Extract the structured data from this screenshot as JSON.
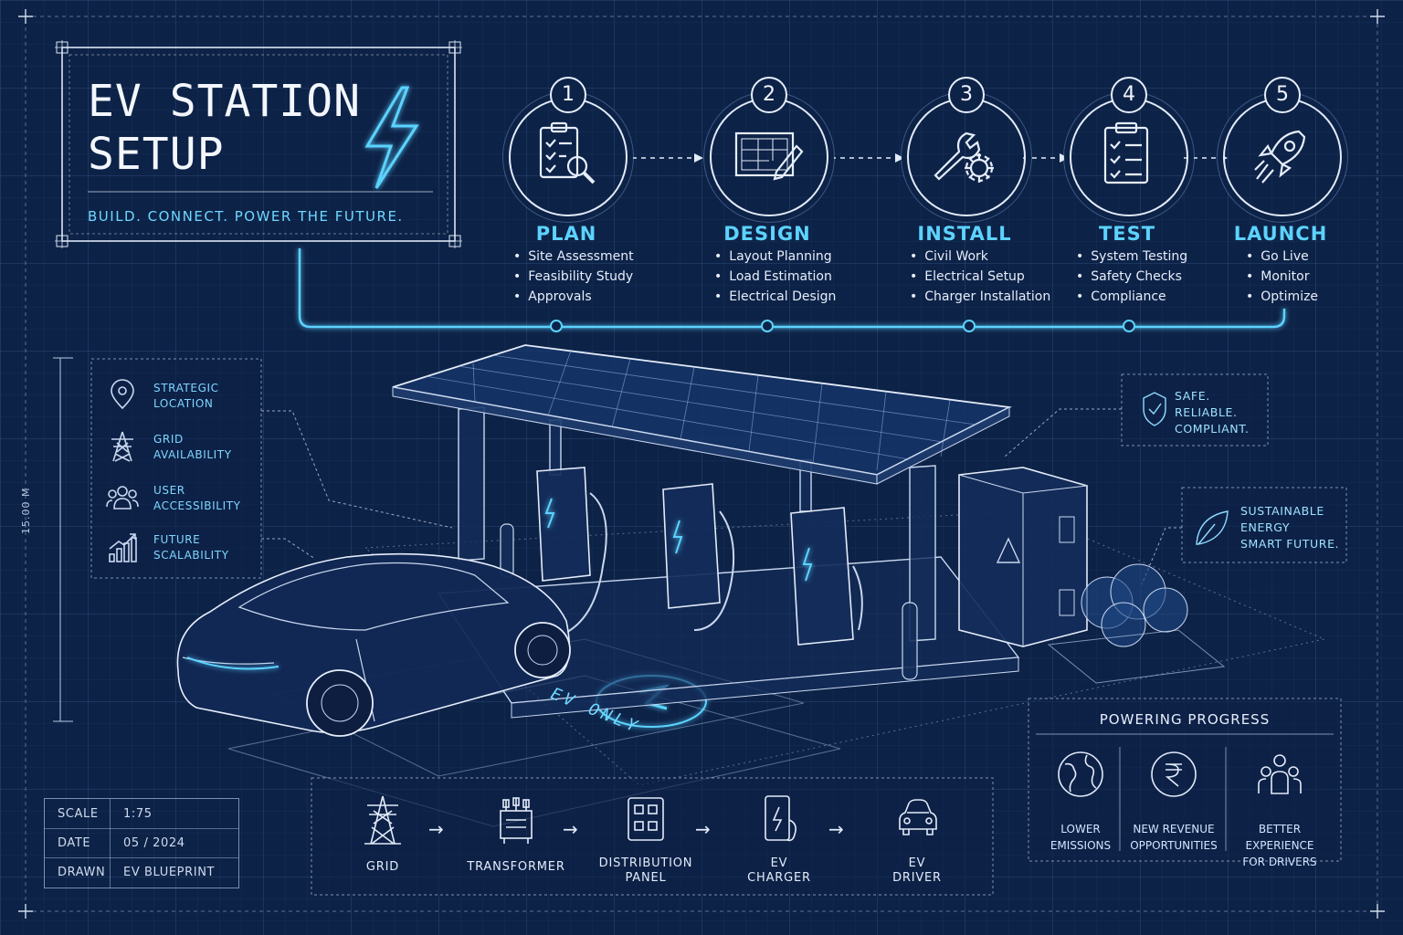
{
  "title": {
    "line1": "EV STATION",
    "line2": "SETUP",
    "tagline": "BUILD. CONNECT. POWER THE FUTURE."
  },
  "steps": [
    {
      "number": "1",
      "label": "PLAN",
      "icon": "checklist-search-icon",
      "items": [
        "Site Assessment",
        "Feasibility Study",
        "Approvals"
      ]
    },
    {
      "number": "2",
      "label": "DESIGN",
      "icon": "blueprint-pencil-icon",
      "items": [
        "Layout Planning",
        "Load Estimation",
        "Electrical Design"
      ]
    },
    {
      "number": "3",
      "label": "INSTALL",
      "icon": "wrench-gear-icon",
      "items": [
        "Civil Work",
        "Electrical Setup",
        "Charger Installation"
      ]
    },
    {
      "number": "4",
      "label": "TEST",
      "icon": "clipboard-check-icon",
      "items": [
        "System Testing",
        "Safety Checks",
        "Compliance"
      ]
    },
    {
      "number": "5",
      "label": "LAUNCH",
      "icon": "rocket-icon",
      "items": [
        "Go Live",
        "Monitor",
        "Optimize"
      ]
    }
  ],
  "features": [
    {
      "icon": "location-pin-icon",
      "line1": "STRATEGIC",
      "line2": "LOCATION"
    },
    {
      "icon": "power-tower-icon",
      "line1": "GRID",
      "line2": "AVAILABILITY"
    },
    {
      "icon": "users-icon",
      "line1": "USER",
      "line2": "ACCESSIBILITY"
    },
    {
      "icon": "growth-chart-icon",
      "line1": "FUTURE",
      "line2": "SCALABILITY"
    }
  ],
  "dimension": "15.00 M",
  "callouts": {
    "safe": [
      "SAFE.",
      "RELIABLE.",
      "COMPLIANT."
    ],
    "sustainable": [
      "SUSTAINABLE",
      "ENERGY",
      "SMART FUTURE."
    ]
  },
  "ev_only": "EV ONLY",
  "scale_table": [
    {
      "key": "SCALE",
      "value": "1:75"
    },
    {
      "key": "DATE",
      "value": "05 / 2024"
    },
    {
      "key": "DRAWN",
      "value": "EV BLUEPRINT"
    }
  ],
  "power_flow": [
    {
      "icon": "power-tower-icon",
      "line1": "GRID",
      "line2": ""
    },
    {
      "icon": "transformer-icon",
      "line1": "TRANSFORMER",
      "line2": ""
    },
    {
      "icon": "distribution-panel-icon",
      "line1": "DISTRIBUTION",
      "line2": "PANEL"
    },
    {
      "icon": "ev-charger-icon",
      "line1": "EV",
      "line2": "CHARGER"
    },
    {
      "icon": "car-icon",
      "line1": "EV",
      "line2": "DRIVER"
    }
  ],
  "progress": {
    "title": "POWERING PROGRESS",
    "items": [
      {
        "icon": "globe-icon",
        "line1": "LOWER",
        "line2": "EMISSIONS"
      },
      {
        "icon": "rupee-icon",
        "line1": "NEW REVENUE",
        "line2": "OPPORTUNITIES"
      },
      {
        "icon": "drivers-icon",
        "line1": "BETTER EXPERIENCE",
        "line2": "FOR DRIVERS"
      }
    ]
  },
  "colors": {
    "background": "#0d2247",
    "accent": "#5cd3ff",
    "line": "#e2ebf8"
  }
}
